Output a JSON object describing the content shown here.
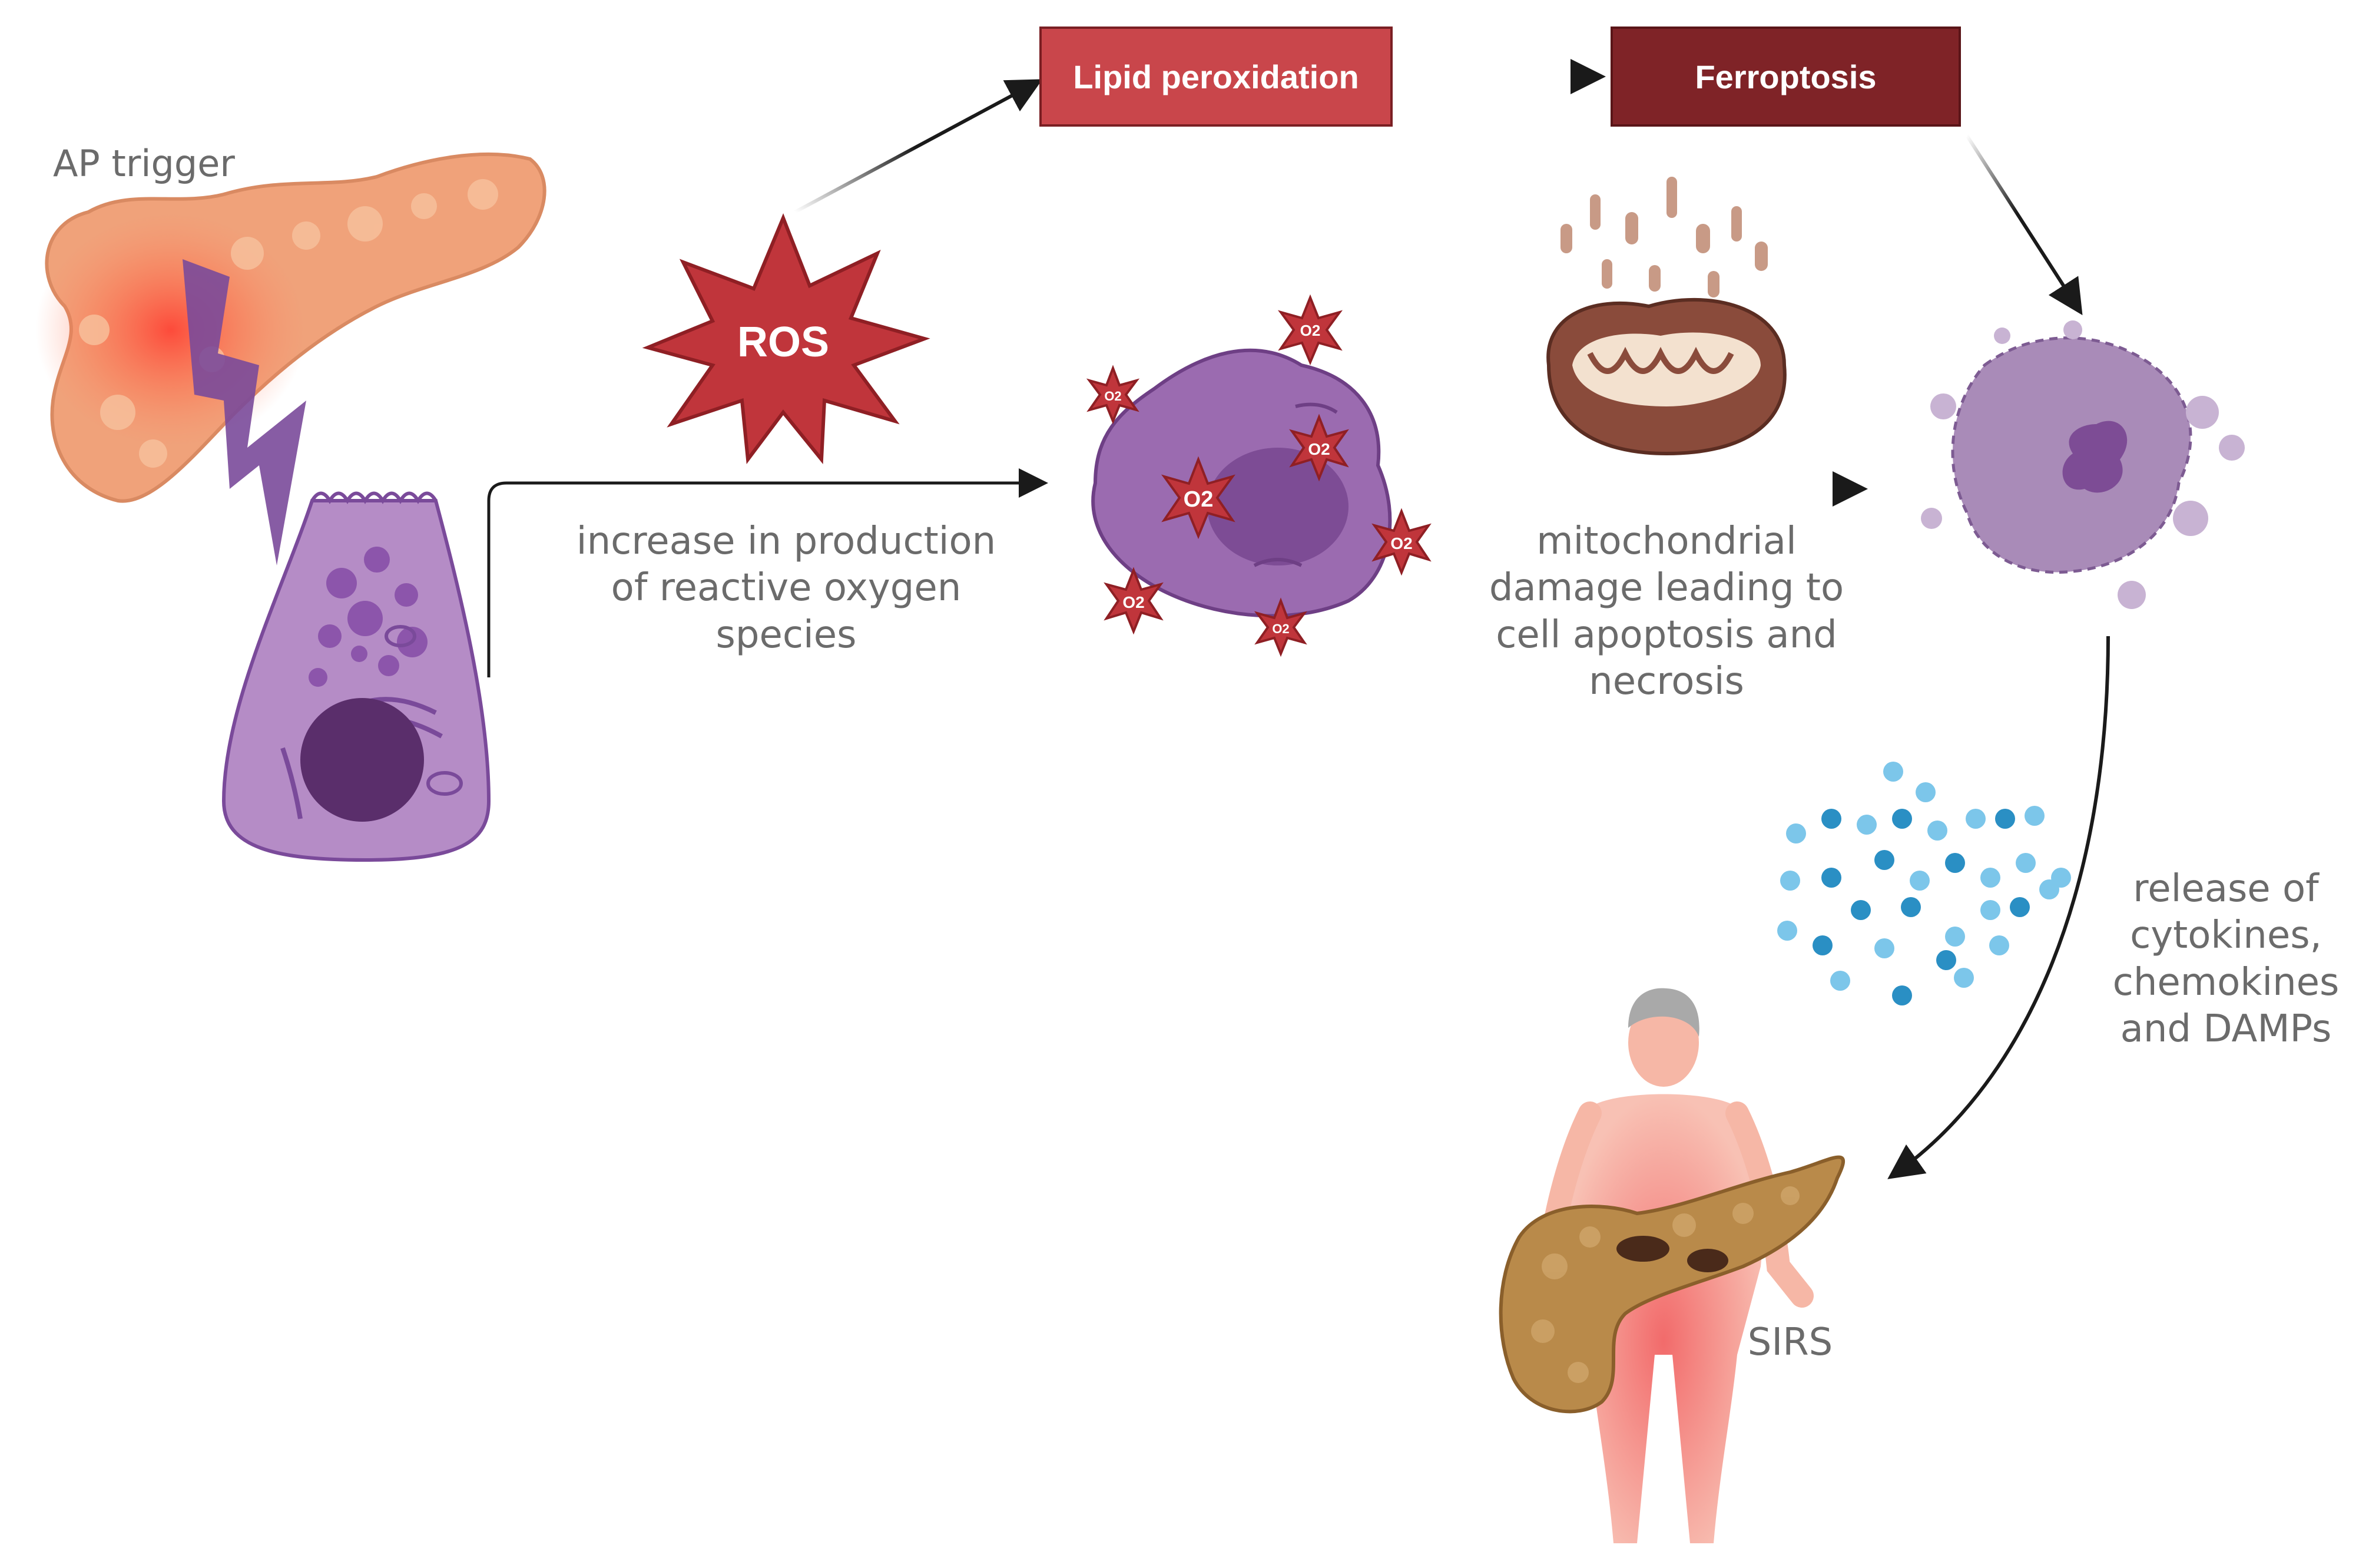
{
  "labels": {
    "ap_trigger": "AP trigger",
    "ros": "ROS",
    "ros_production": "increase in production\nof  reactive oxygen\nspecies",
    "mito_damage": "mitochondrial\ndamage leading to\ncell apoptosis and\nnecrosis",
    "release": "release of\ncytokines,\nchemokines\nand DAMPs",
    "sirs": "SIRS",
    "oxygen_radical": "O2"
  },
  "boxes": {
    "lipid_peroxidation": "Lipid peroxidation",
    "ferroptosis": "Ferroptosis"
  },
  "colors": {
    "lipid_box": "#c9464b",
    "ferroptosis_box": "#7f2327",
    "ros_star": "#c0353b",
    "cell_purple": "#9b6bb0",
    "nucleus": "#5a2e6b",
    "pancreas": "#f0a27a",
    "necrotic_pancreas": "#b98a4a",
    "body_pink": "#f6a6a0",
    "cytokine_blue": "#2a8fc4",
    "text_gray": "#6b6b6b"
  }
}
